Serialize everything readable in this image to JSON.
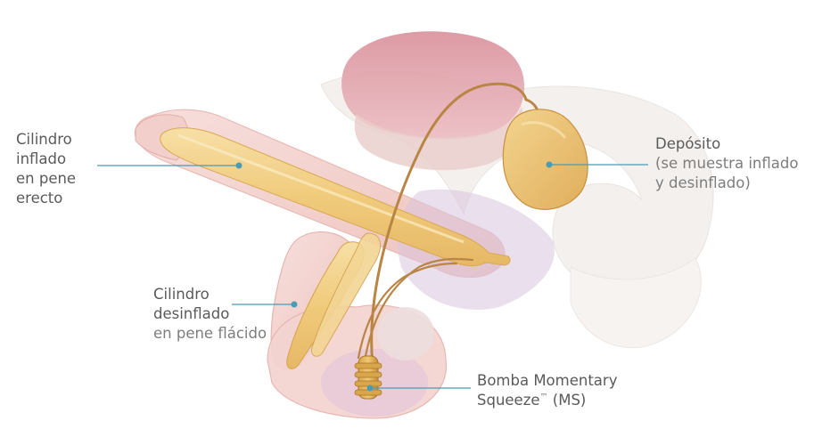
{
  "colors": {
    "leader_line": "#4a9bb4",
    "label_text": "#5a5a5a",
    "tissue_pink": "#f3c9c6",
    "bladder": "#e2a3ab",
    "implant_gold": "#f0cd82",
    "pump_gold": "#c99a3d",
    "tubing": "#b88545"
  },
  "labels": {
    "erect_cylinder": {
      "lines": [
        "Cilindro",
        "inflado",
        "en pene",
        "erecto"
      ]
    },
    "reservoir": {
      "title": "Depósito",
      "sub1": "(se muestra inflado",
      "sub2": "y desinflado)"
    },
    "flaccid_cylinder": {
      "title1": "Cilindro",
      "title2": "desinflado",
      "sub": "en pene flácido"
    },
    "pump": {
      "line1": "Bomba Momentary",
      "line2_main": "Squeeze",
      "tm": "™",
      "line2_tail": " (MS)"
    }
  }
}
